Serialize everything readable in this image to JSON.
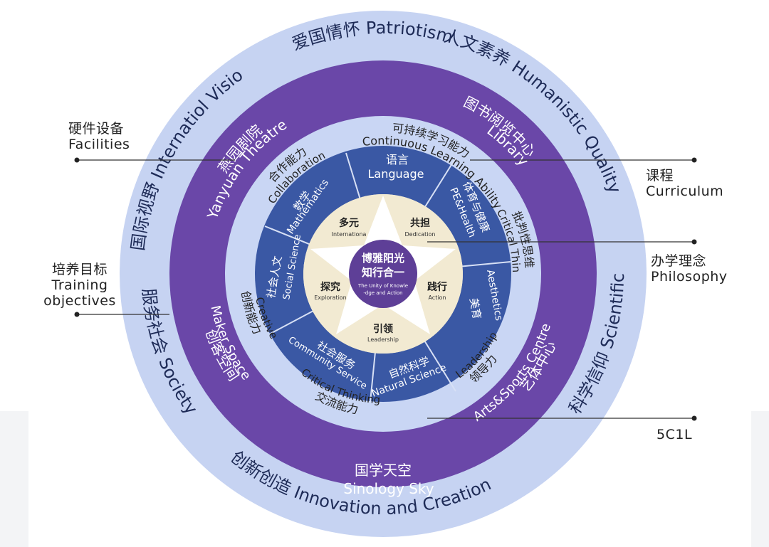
{
  "outer_ring": {
    "top": "爱国情怀 Patriotism",
    "right_top": "人文素养 Humanistic Quality",
    "right_bottom": "科学信仰 Scientific Belief",
    "bottom": "创新创造 Innovation and Creation",
    "left_bottom": "服务社会 Society",
    "left_top": "国际视野 Internatiol Visio"
  },
  "facilities_ring": {
    "theatre_cn": "燕园剧院",
    "theatre_en": "Yanyuan Theatre",
    "library_cn": "图书阅览中心",
    "library_en": "Library",
    "arts_cn": "艺体中心",
    "arts_en": "Arts&Sports Centre",
    "sinology_cn": "国学天空",
    "sinology_en": "Sinology Sky",
    "maker_cn": "创客空间",
    "maker_en": "Maker Space"
  },
  "ability_ring": {
    "continuous_cn": "可持续学习能力",
    "continuous_en": "Continuous Learning Ability",
    "collab_cn": "合作能力",
    "collab_en": "Collaboration",
    "creative_cn": "创新能力",
    "creative_en": "Creative",
    "critical_cn": "批判性思维",
    "critical_en": "Critical Thinking",
    "comm_cn": "交流能力",
    "comm_en": "Critical Thinking",
    "lead_cn": "领导力",
    "lead_en": "Leadership"
  },
  "curriculum_ring": {
    "language_cn": "语言",
    "language_en": "Language",
    "pe_cn": "体育与健康",
    "pe_en": "PE&Health",
    "aesthetics_cn": "美育",
    "aesthetics_en": "Aesthetics",
    "natural_cn": "自然科学",
    "natural_en": "Natural Science",
    "community_cn": "社会服务",
    "community_en": "Community Service",
    "social_cn": "社会人文",
    "social_en": "Social Science",
    "math_cn": "数学",
    "math_en": "Mathematics"
  },
  "star": {
    "intl_cn": "多元",
    "intl_en": "Internationa",
    "dedication_cn": "共担",
    "dedication_en": "Dedication",
    "action_cn": "践行",
    "action_en": "Action",
    "leadership_cn": "引领",
    "leadership_en": "Leadership",
    "exploration_cn": "探究",
    "exploration_en": "Exploration"
  },
  "core": {
    "line1": "博雅阳光",
    "line2": "知行合一",
    "en1": "The Unity of Knowle",
    "en2": "-dge and Action"
  },
  "side_labels": {
    "facilities_cn": "硬件设备",
    "facilities_en": "Facilities",
    "training_cn": "培养目标",
    "training_en1": "Training",
    "training_en2": "objectives",
    "curriculum_cn": "课程",
    "curriculum_en": "Curriculum",
    "philosophy_cn": "办学理念",
    "philosophy_en": "Philosophy",
    "fivec": "5C1L"
  },
  "colors": {
    "outer_ring": "#c6d3f2",
    "purple_ring": "#6a47a8",
    "ability_ring": "#c9d6f4",
    "curriculum_ring": "#3a58a4",
    "star_area": "#f2ead2",
    "core": "#5e3f97"
  }
}
